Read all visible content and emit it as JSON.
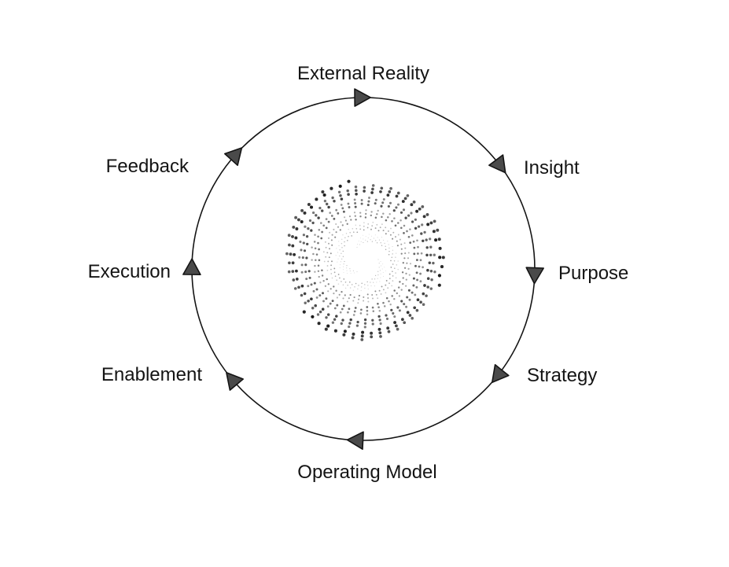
{
  "diagram": {
    "type": "cycle",
    "direction": "clockwise",
    "stages": [
      {
        "id": "external-reality",
        "label": "External Reality"
      },
      {
        "id": "insight",
        "label": "Insight"
      },
      {
        "id": "purpose",
        "label": "Purpose"
      },
      {
        "id": "strategy",
        "label": "Strategy"
      },
      {
        "id": "operating-model",
        "label": "Operating Model"
      },
      {
        "id": "enablement",
        "label": "Enablement"
      },
      {
        "id": "execution",
        "label": "Execution"
      },
      {
        "id": "feedback",
        "label": "Feedback"
      }
    ],
    "center_graphic": "dotted-spiral",
    "colors": {
      "line": "#141414",
      "arrow_fill": "#4a4a4a",
      "text": "#141414",
      "dots": "#1a1a1a"
    }
  }
}
